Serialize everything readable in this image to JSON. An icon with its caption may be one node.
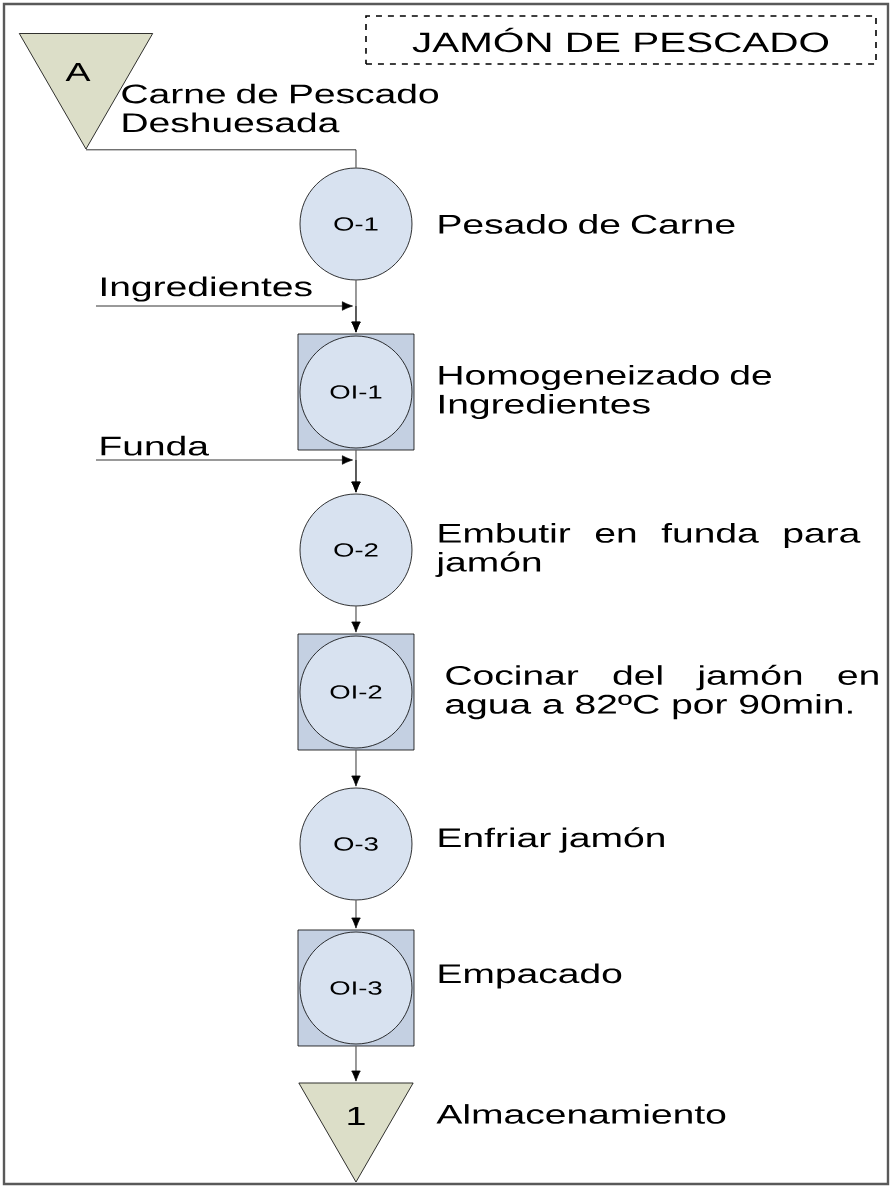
{
  "diagram": {
    "title": "JAMÓN DE PESCADO",
    "nodes": [
      {
        "text": [
          "A"
        ],
        "beside": [
          "Carne de Pescado Deshuesada"
        ]
      },
      {
        "text": [
          "O-1"
        ],
        "beside": [
          "Pesado de Carne"
        ]
      },
      {
        "text": [
          "OI-1"
        ],
        "beside": [
          "Homogeneizado de Ingredientes"
        ]
      },
      {
        "text": [
          "O-2"
        ],
        "beside": [
          "Embutir en funda para jamón"
        ]
      },
      {
        "text": [
          "OI-2"
        ],
        "beside": [
          "Cocinar del jamón en agua a 82ºC por 90min."
        ]
      },
      {
        "text": [
          "O-3"
        ],
        "beside": [
          "Enfriar jamón"
        ]
      },
      {
        "text": [
          "OI-3"
        ],
        "beside": [
          "Empacado"
        ]
      },
      {
        "text": [
          "1"
        ],
        "beside": [
          "Almacenamiento"
        ]
      }
    ],
    "edges": [
      {
        "from": 0,
        "to": 1,
        "arrow": "none"
      },
      {
        "from": 1,
        "to": 2,
        "arrow": "to"
      },
      {
        "from": null,
        "to": 2,
        "arrow": "to",
        "label": "Ingredientes"
      },
      {
        "from": 2,
        "to": 3,
        "arrow": "to"
      },
      {
        "from": null,
        "to": 3,
        "arrow": "to",
        "label": "Funda"
      },
      {
        "from": 3,
        "to": 4,
        "arrow": "to"
      },
      {
        "from": 4,
        "to": 5,
        "arrow": "to"
      },
      {
        "from": 5,
        "to": 6,
        "arrow": "to"
      },
      {
        "from": 6,
        "to": 7,
        "arrow": "to"
      }
    ]
  }
}
